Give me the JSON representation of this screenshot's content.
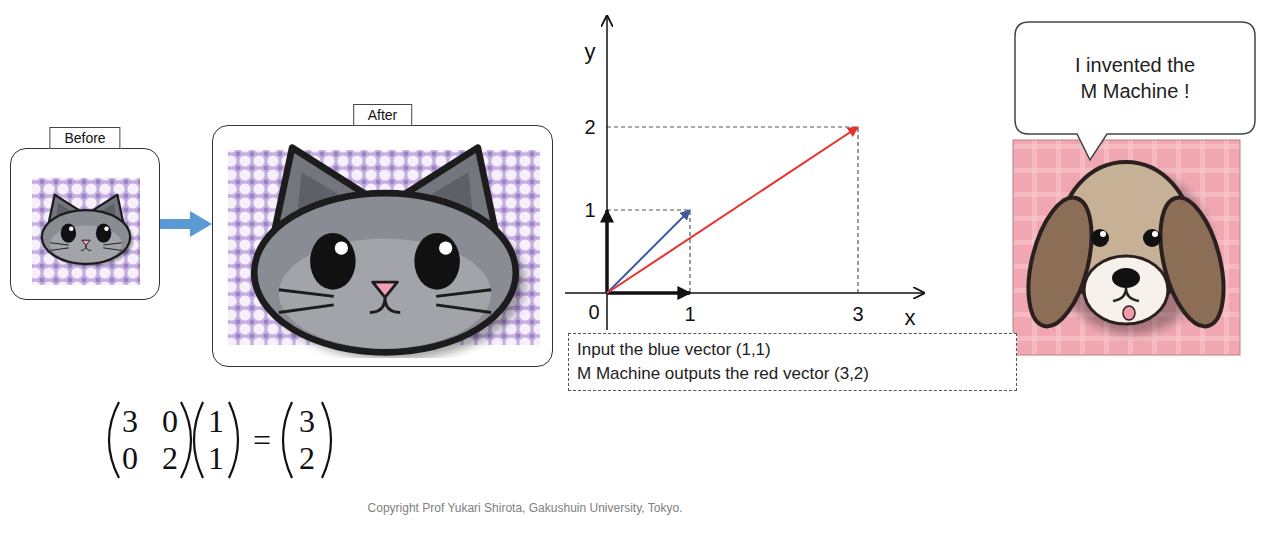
{
  "diagram": {
    "nodes": [
      {
        "text": [
          "Before"
        ]
      },
      {
        "text": [
          "After"
        ]
      },
      {
        "text": [
          "Input the blue vector (1,1)",
          "M Machine outputs the red vector (3,2)"
        ]
      },
      {
        "text": [
          "I invented the M Machine !"
        ]
      }
    ],
    "edges": [
      {
        "from": 0,
        "to": 1,
        "arrow": "to"
      }
    ],
    "labels": [
      "y",
      "2",
      "1",
      "0",
      "1",
      "3",
      "x",
      "3",
      "0",
      "0",
      "2",
      "1",
      "1",
      "=",
      "3",
      "2",
      "Copyright Prof Yukari Shirota, Gakushuin University, Tokyo."
    ]
  }
}
